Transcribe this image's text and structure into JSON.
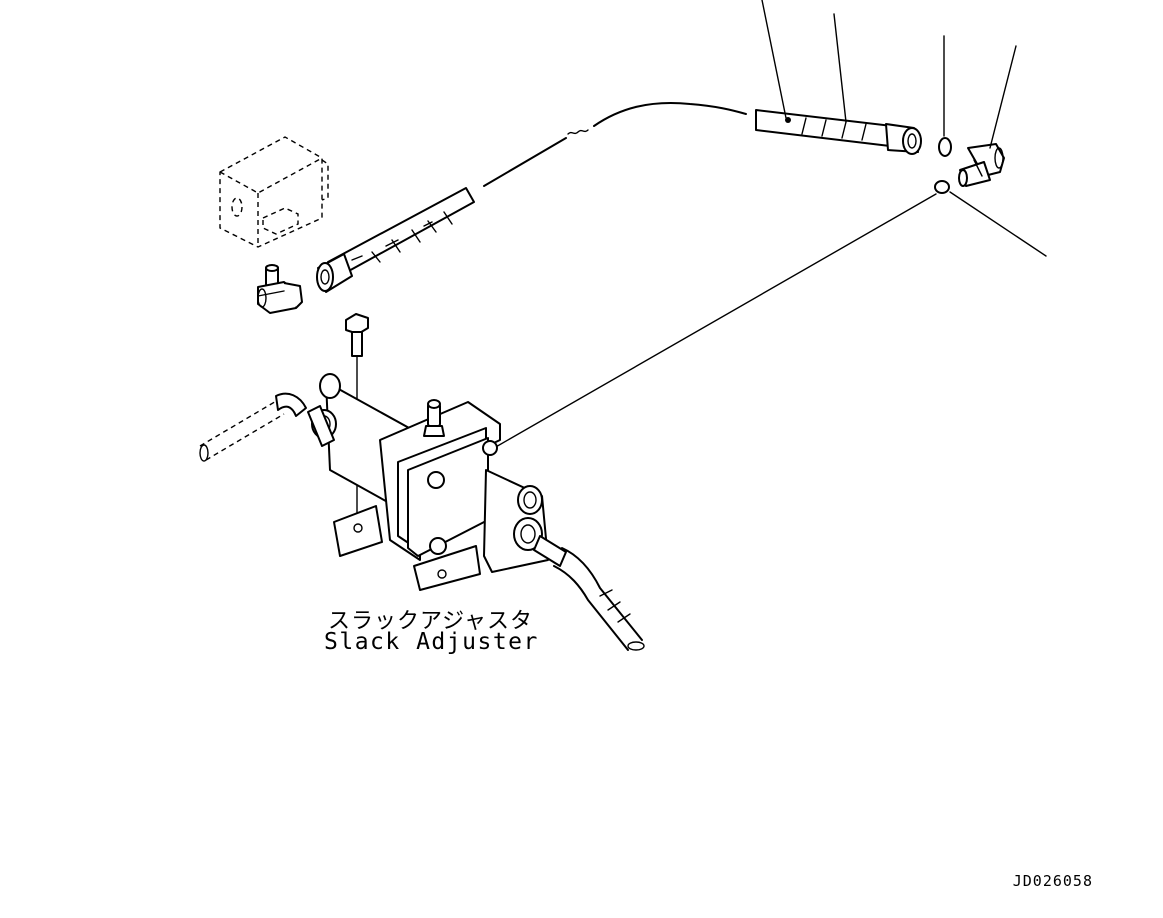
{
  "labels": {
    "slack_adjuster_jp": "スラックアジャスタ",
    "slack_adjuster_en": "Slack Adjuster"
  },
  "drawing_id": "JD026058",
  "colors": {
    "ink": "#000000",
    "paper": "#ffffff"
  }
}
